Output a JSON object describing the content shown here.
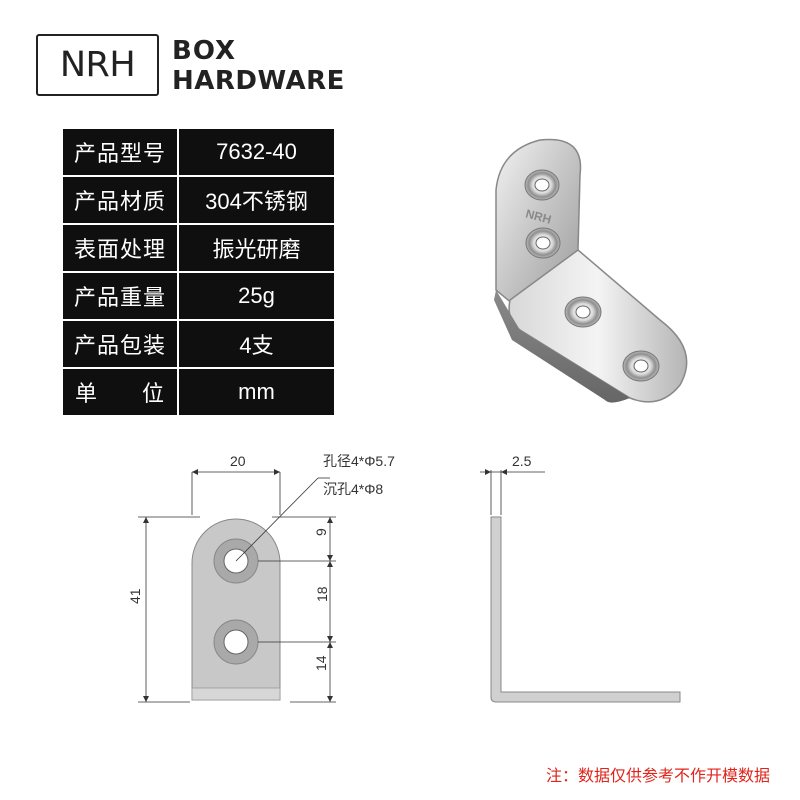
{
  "logo": {
    "mark": "NRH",
    "line1": "BOX",
    "line2": "HARDWARE"
  },
  "spec": [
    {
      "label": "产品型号",
      "value": "7632-40"
    },
    {
      "label": "产品材质",
      "value": "304不锈钢"
    },
    {
      "label": "表面处理",
      "value": "振光研磨"
    },
    {
      "label": "产品重量",
      "value": "25g"
    },
    {
      "label": "产品包装",
      "value": "4支"
    },
    {
      "label_a": "单",
      "label_b": "位",
      "value": "mm"
    }
  ],
  "product_stamp": "NRH",
  "drawing": {
    "width": "20",
    "hole_note": "孔径4*Φ5.7",
    "countersink_note": "沉孔4*Φ8",
    "height": "41",
    "dim_top": "9",
    "dim_mid": "18",
    "dim_bottom": "14",
    "thickness": "2.5"
  },
  "note": "注：数据仅供参考不作开模数据"
}
